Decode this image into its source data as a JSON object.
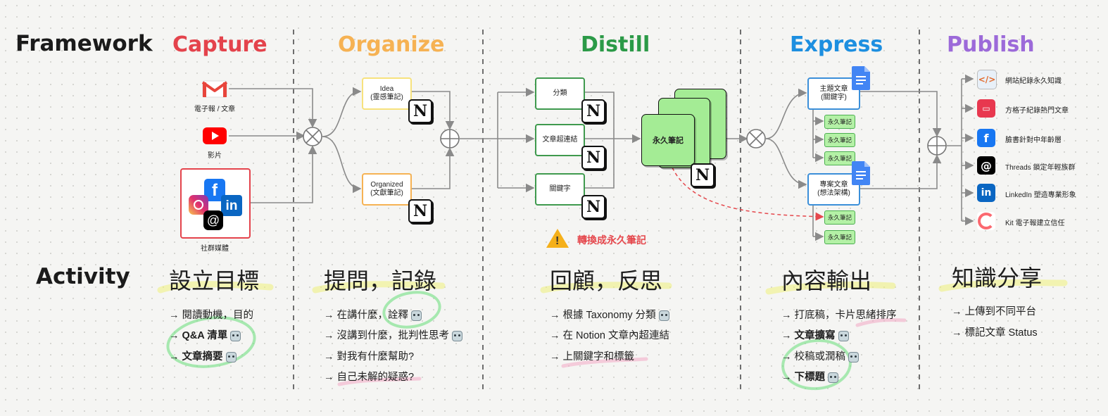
{
  "labels": {
    "framework": "Framework",
    "activity": "Activity"
  },
  "stages": [
    {
      "name": "Capture",
      "color": "#e4434c"
    },
    {
      "name": "Organize",
      "color": "#f6b253"
    },
    {
      "name": "Distill",
      "color": "#2b9a47"
    },
    {
      "name": "Express",
      "color": "#1d8fe0"
    },
    {
      "name": "Publish",
      "color": "#9c6ad9"
    }
  ],
  "capture": {
    "sources": [
      "電子報 / 文章",
      "影片",
      "社群媒體"
    ],
    "icons": [
      "gmail-icon",
      "youtube-icon",
      "social-media-icons"
    ]
  },
  "organize": {
    "idea": "Idea\n(靈感筆記)",
    "organized": "Organized\n(文獻筆記)"
  },
  "distill": {
    "steps": [
      "分類",
      "文章超連結",
      "關鍵字"
    ],
    "permanent_note": "永久筆記",
    "warning": "轉換成永久筆記"
  },
  "express": {
    "topic_article": "主題文章\n(關鍵字)",
    "project_article": "專案文章\n(想法架構)",
    "mini_note": "永久筆記"
  },
  "publish": {
    "items": [
      {
        "icon": "website-icon",
        "label": "網站紀錄永久知識"
      },
      {
        "icon": "fangge-icon",
        "label": "方格子紀錄熱門文章"
      },
      {
        "icon": "facebook-icon",
        "label": "臉書針對中年齡層"
      },
      {
        "icon": "threads-icon",
        "label": "Threads 鎖定年輕族群"
      },
      {
        "icon": "linkedin-icon",
        "label": "LinkedIn 塑造專業形象"
      },
      {
        "icon": "kit-icon",
        "label": "Kit 電子報建立信任"
      }
    ]
  },
  "activities": {
    "capture": {
      "title": "設立目標",
      "items": [
        "→ 閱讀動機，目的",
        "→ Q&A 清單",
        "→ 文章摘要"
      ]
    },
    "organize": {
      "title": "提問，記錄",
      "items": [
        "→ 在講什麼，詮釋",
        "→ 沒講到什麼，批判性思考",
        "→ 對我有什麼幫助?",
        "→ 自己未解的疑惑?"
      ]
    },
    "distill": {
      "title": "回顧，反思",
      "items": [
        "→ 根據 Taxonomy 分類",
        "→ 在 Notion 文章內超連結",
        "→ 上關鍵字和標籤"
      ]
    },
    "express": {
      "title": "內容輸出",
      "items": [
        "→ 打底稿，卡片思緒排序",
        "→ 文章擴寫",
        "→ 校稿或潤稿",
        "→ 下標題"
      ]
    },
    "publish": {
      "title": "知識分享",
      "items": [
        "→ 上傳到不同平台",
        "→ 標記文章 Status"
      ]
    }
  },
  "colors": {
    "flow_line": "#8a8a8a",
    "dashed_arrow": "#e5484d",
    "express_border": "#3b8fd9",
    "distill_border": "#3f9a4e"
  }
}
